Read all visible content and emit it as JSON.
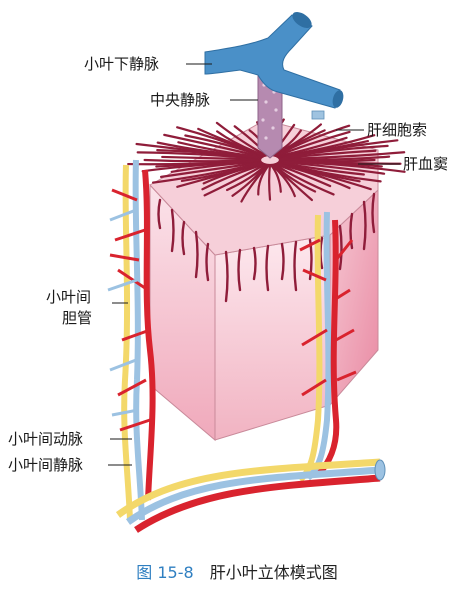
{
  "labels": {
    "sublobular_vein": "小叶下静脉",
    "central_vein": "中央静脉",
    "hepatic_cord": "肝细胞索",
    "hepatic_sinusoid": "肝血窦",
    "interlobular_bile_duct_line1": "小叶间",
    "interlobular_bile_duct_line2": "胆管",
    "interlobular_artery": "小叶间动脉",
    "interlobular_vein": "小叶间静脉"
  },
  "caption": {
    "number": "图 15-8",
    "title": "肝小叶立体模式图"
  },
  "colors": {
    "vein": "#4a90c8",
    "artery": "#d9232e",
    "bile_duct": "#f3d86a",
    "central_vein": "#b68ab0",
    "cords": "#8f1d3a",
    "lobule": "#f4c2cd"
  }
}
